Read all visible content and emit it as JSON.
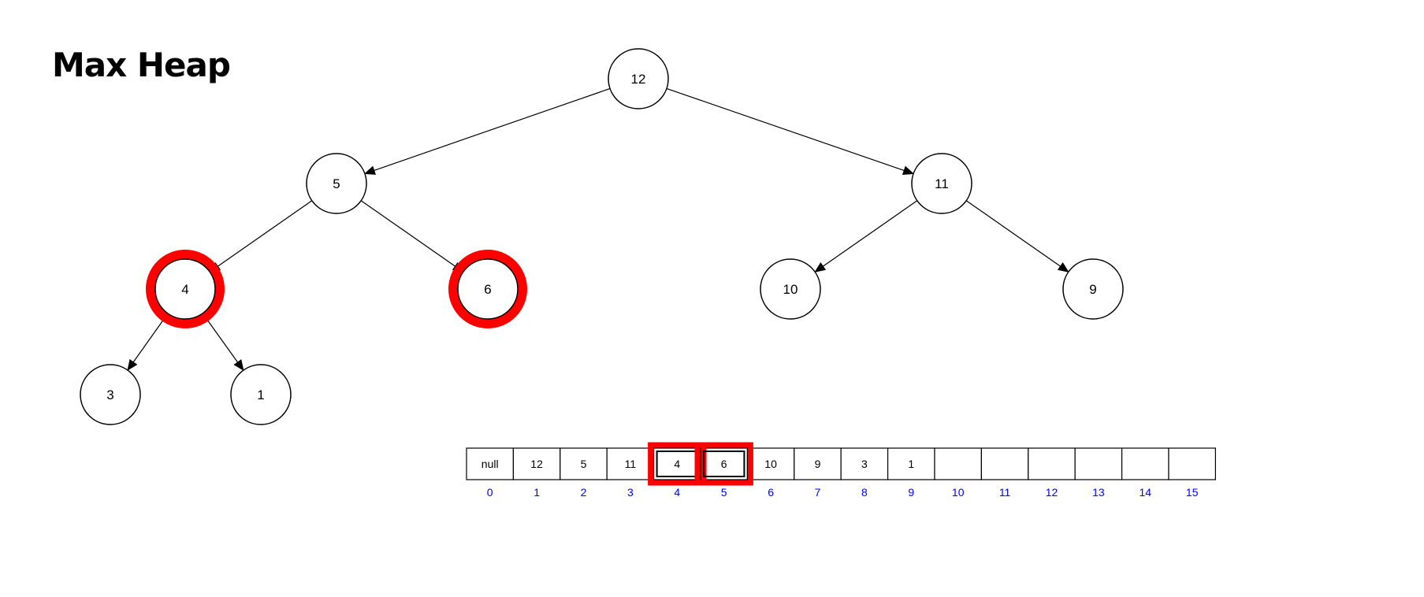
{
  "title": "Max Heap",
  "colors": {
    "highlight": "#ff0000",
    "index": "#0000ff",
    "stroke": "#000000"
  },
  "tree": {
    "nodes": [
      {
        "id": "n12",
        "label": "12",
        "highlighted": false
      },
      {
        "id": "n5",
        "label": "5",
        "highlighted": false
      },
      {
        "id": "n11",
        "label": "11",
        "highlighted": false
      },
      {
        "id": "n4",
        "label": "4",
        "highlighted": true
      },
      {
        "id": "n6",
        "label": "6",
        "highlighted": true
      },
      {
        "id": "n10",
        "label": "10",
        "highlighted": false
      },
      {
        "id": "n9",
        "label": "9",
        "highlighted": false
      },
      {
        "id": "n3",
        "label": "3",
        "highlighted": false
      },
      {
        "id": "n1",
        "label": "1",
        "highlighted": false
      }
    ],
    "edges": [
      [
        "n12",
        "n5"
      ],
      [
        "n12",
        "n11"
      ],
      [
        "n5",
        "n4"
      ],
      [
        "n5",
        "n6"
      ],
      [
        "n11",
        "n10"
      ],
      [
        "n11",
        "n9"
      ],
      [
        "n4",
        "n3"
      ],
      [
        "n4",
        "n1"
      ]
    ]
  },
  "array": {
    "cells": [
      "null",
      "12",
      "5",
      "11",
      "4",
      "6",
      "10",
      "9",
      "3",
      "1",
      "",
      "",
      "",
      "",
      "",
      ""
    ],
    "indices": [
      "0",
      "1",
      "2",
      "3",
      "4",
      "5",
      "6",
      "7",
      "8",
      "9",
      "10",
      "11",
      "12",
      "13",
      "14",
      "15"
    ],
    "highlighted": [
      4,
      5
    ]
  }
}
